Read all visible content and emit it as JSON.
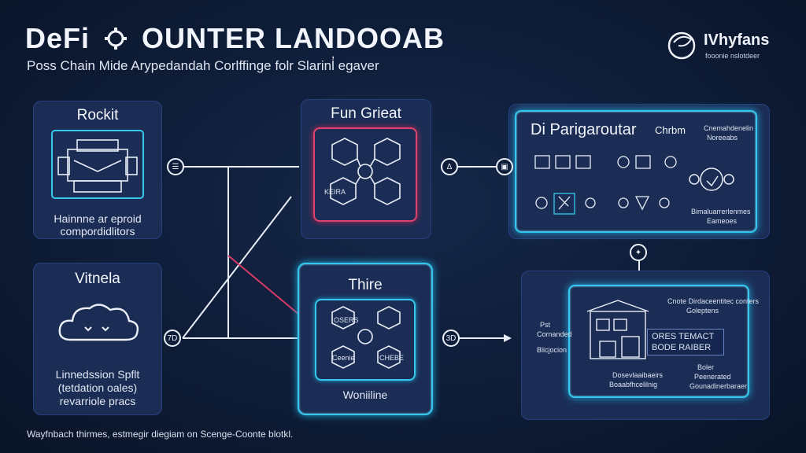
{
  "header": {
    "title_left": "DeFi",
    "title_right": "OUNTER LANDOOAB",
    "subtitle": "Poss Chain Mide Arypedandah Corlffinge folr Slarinl̓ egaver"
  },
  "logo": {
    "name": "IVhyfans",
    "tagline": "fooonie nslotdeer"
  },
  "cards": {
    "rockit": {
      "title": "Rockit",
      "caption_1": "Hainnne ar eproid",
      "caption_2": "compordidlitors"
    },
    "fun": {
      "title": "Fun Grieat"
    },
    "virtnela": {
      "title": "Vitnela",
      "caption_1": "Linnedssion Spflt",
      "caption_2": "(tetdation oales)",
      "caption_3": "revarriole pracs"
    },
    "thire": {
      "title": "Thire",
      "caption": "Woniiline"
    },
    "paragon": {
      "title": "Di Parigaroutar",
      "title_small": "Chrbm",
      "note_1": "Cnemahdenelin",
      "note_2": "Noreeabs",
      "note_3": "Bimaluarrerlenmes",
      "note_4": "Eameoes"
    },
    "bottom_right": {
      "box_1": "ORES TEMACT",
      "box_2": "BODE RAIBER",
      "note_tl_1": "Pst",
      "note_tl_2": "Cornanded",
      "note_tl_3": "Blicjocion",
      "note_top_1": "Cnote Dirdaceentitec conters",
      "note_top_2": "Goleptens",
      "note_b1": "Dosevlaaibaeirs",
      "note_b2": "Boaabfhcelilnig",
      "note_r1": "Boler",
      "note_r2": "Peenerated",
      "note_r3": "Gounadinerbaraer"
    }
  },
  "nodes": {
    "n1": "☰",
    "n2": "Δ",
    "n3": "▣",
    "n4": "7D",
    "n5": "3D",
    "n6": "✦"
  },
  "pill_labels": {
    "p1": "KEIRA",
    "p2": "OSERS",
    "p3": "Ceenie",
    "p4": "CHEBE"
  },
  "footer": "Wayfnbach thirmes, estmegir diegiam on Scenge-Coonte blotkl."
}
